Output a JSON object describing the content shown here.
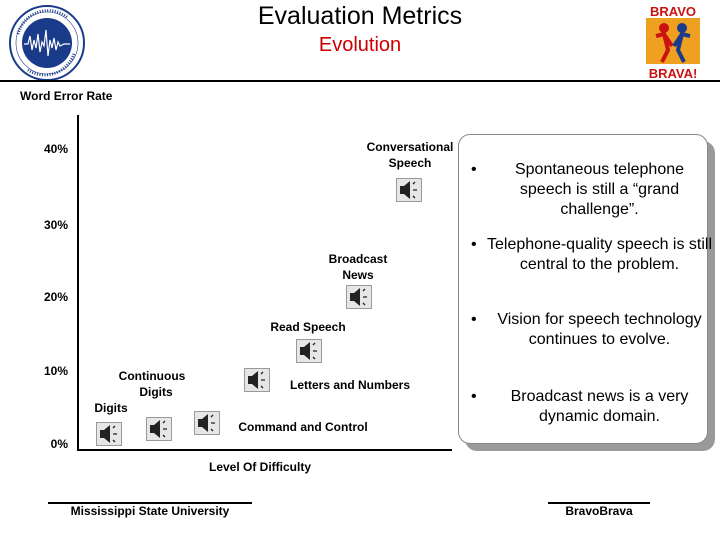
{
  "header": {
    "title": "Evaluation Metrics",
    "subtitle": "Evolution"
  },
  "logos": {
    "left_logo_icon": "institute-seal-icon",
    "right_logo_icon": "bravo-brava-logo-icon",
    "right_logo_text_top": "BRAVO",
    "right_logo_text_bottom": "BRAVA!"
  },
  "chart": {
    "y_axis_title": "Word Error Rate",
    "y_ticks": [
      "40%",
      "30%",
      "20%",
      "10%",
      "0%"
    ],
    "x_axis_title": "Level Of Difficulty",
    "points": [
      {
        "label_lines": [
          "Conversational",
          "Speech"
        ]
      },
      {
        "label_lines": [
          "Broadcast",
          "News"
        ]
      },
      {
        "label_lines": [
          "Read Speech"
        ]
      },
      {
        "label_lines": [
          "Letters and Numbers"
        ]
      },
      {
        "label_lines": [
          "Command and Control"
        ]
      },
      {
        "label_lines": [
          "Continuous",
          "Digits"
        ]
      },
      {
        "label_lines": [
          "Digits"
        ]
      }
    ],
    "icon_name": "speaker-icon"
  },
  "panel": {
    "bullets": [
      "Spontaneous telephone speech is still a “grand challenge”.",
      "Telephone-quality speech is still central to the problem.",
      "Vision for speech technology continues to evolve.",
      "Broadcast news is a very dynamic domain."
    ]
  },
  "footer": {
    "left": "Mississippi State University",
    "right": "BravoBrava"
  },
  "colors": {
    "subtitle": "#cc0000",
    "logo_orange": "#f0a020",
    "logo_red": "#cc1111",
    "seal_blue": "#1a3a8a"
  }
}
